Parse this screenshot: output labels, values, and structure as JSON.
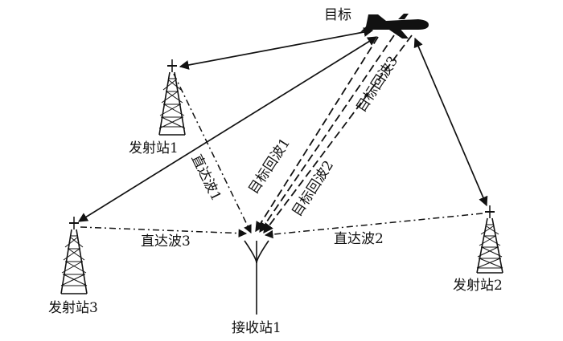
{
  "labels": {
    "target": "目标",
    "tx1": "发射站1",
    "tx2": "发射站2",
    "tx3": "发射站3",
    "rx1": "接收站1",
    "direct1": "直达波1",
    "direct2": "直达波2",
    "direct3": "直达波3",
    "echo1": "目标回波1",
    "echo2": "目标回波2",
    "echo3": "目标回波3"
  },
  "icons": {
    "target": "airplane-icon",
    "transmitter": "transmitter-tower-icon",
    "receiver": "receiver-antenna-icon"
  },
  "colors": {
    "line": "#111111"
  }
}
